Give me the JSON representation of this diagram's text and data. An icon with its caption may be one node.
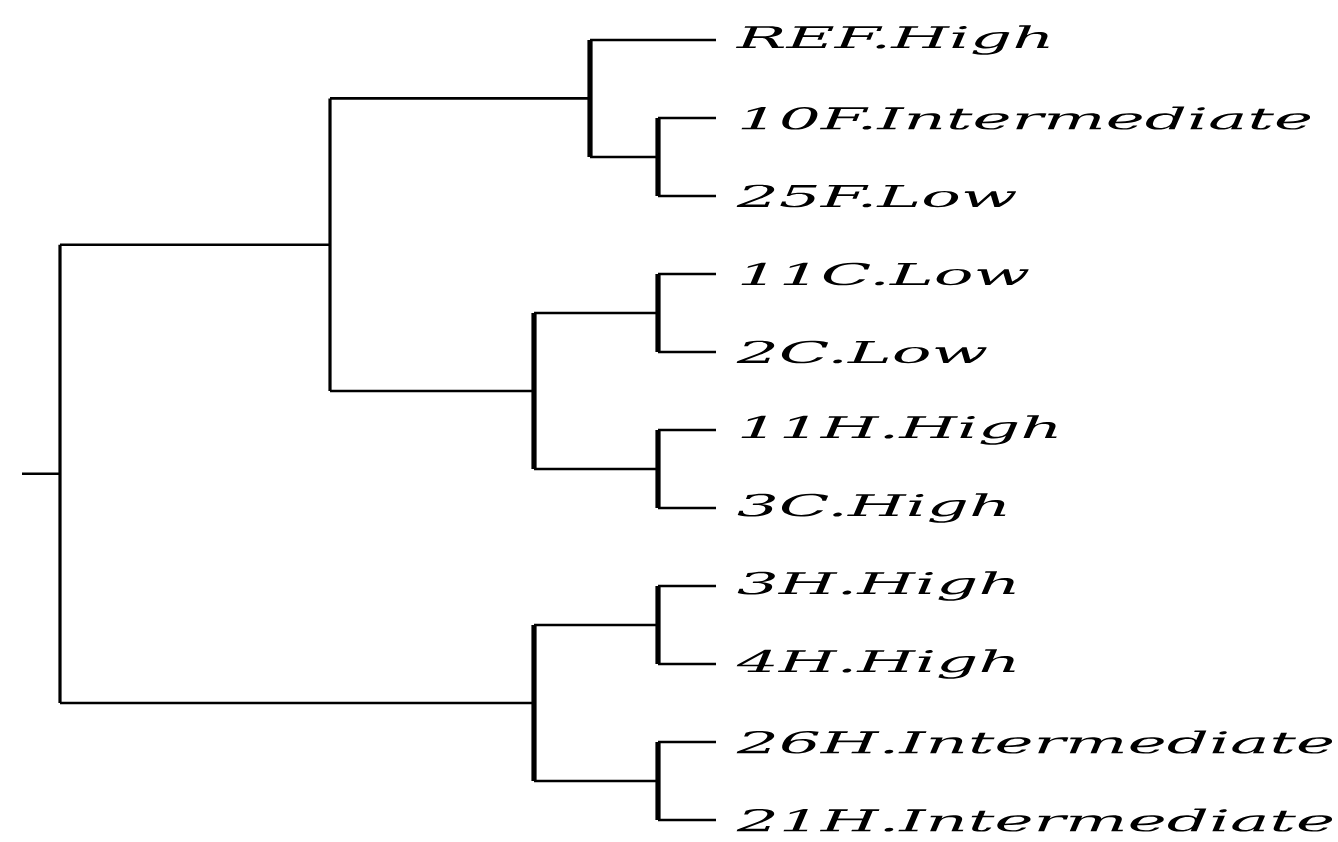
{
  "diagram": {
    "labels": [
      "REF.High",
      "10F.Intermediate",
      "25F.Low",
      "11C.Low",
      "2C.Low",
      "11H.High",
      "3C.High",
      "3H.High",
      "4H.High",
      "26H.Intermediate",
      "21H.Intermediate"
    ]
  }
}
